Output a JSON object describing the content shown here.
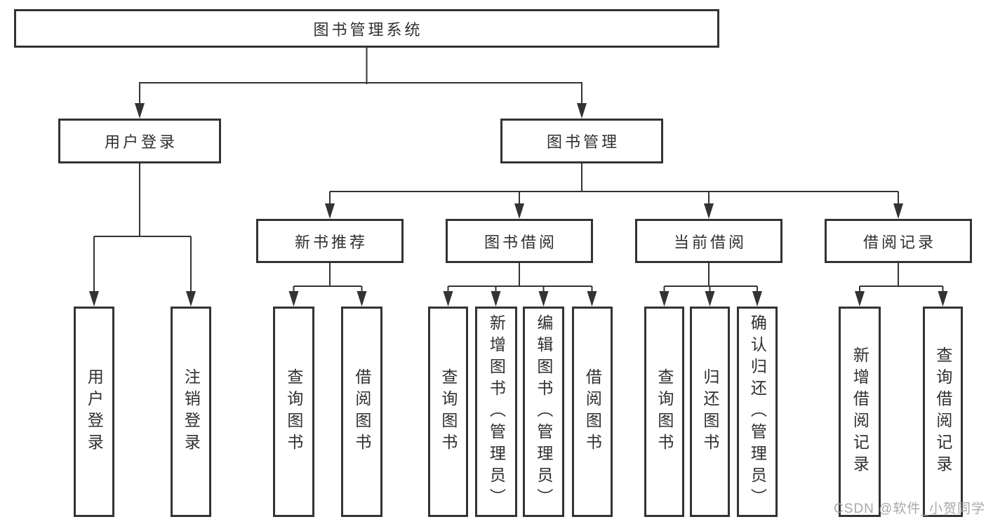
{
  "colors": {
    "line": "#333333",
    "text": "#2f2f2f",
    "watermark": "#a3a3a3"
  },
  "tree": {
    "root": "图书管理系统",
    "branches": [
      {
        "label": "用户登录",
        "children": [
          {
            "label": "用户登录"
          },
          {
            "label": "注销登录"
          }
        ]
      },
      {
        "label": "图书管理",
        "children": [
          {
            "label": "新书推荐",
            "children": [
              {
                "label": "查询图书"
              },
              {
                "label": "借阅图书"
              }
            ]
          },
          {
            "label": "图书借阅",
            "children": [
              {
                "label": "查询图书"
              },
              {
                "label": "新增图书（管理员）"
              },
              {
                "label": "编辑图书（管理员）"
              },
              {
                "label": "借阅图书"
              }
            ]
          },
          {
            "label": "当前借阅",
            "children": [
              {
                "label": "查询图书"
              },
              {
                "label": "归还图书"
              },
              {
                "label": "确认归还（管理员）"
              }
            ]
          },
          {
            "label": "借阅记录",
            "children": [
              {
                "label": "新增借阅记录"
              },
              {
                "label": "查询借阅记录"
              }
            ]
          }
        ]
      }
    ]
  },
  "watermark": {
    "text": "CSDN @软件_小贺同学"
  }
}
